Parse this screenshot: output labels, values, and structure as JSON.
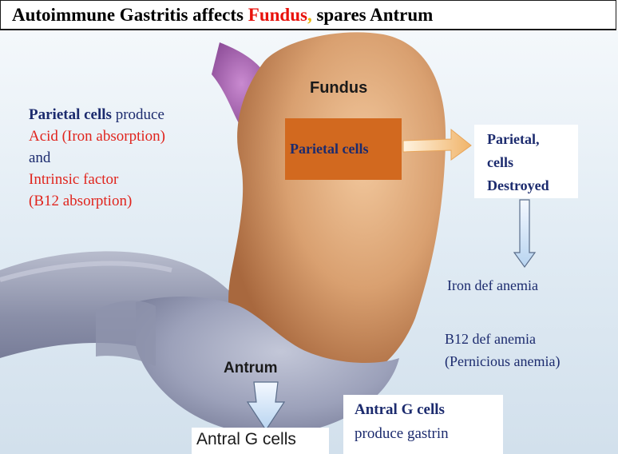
{
  "title": {
    "part1": "Autoimmune  Gastritis affects ",
    "part2": "Fundus",
    "part3": ", ",
    "part4": "spares Antrum"
  },
  "left_text": {
    "line1_bold": "Parietal  cells",
    "line1_rest": " produce",
    "line2": "Acid (Iron absorption)",
    "line3": "and",
    "line4": "Intrinsic  factor",
    "line5": "(B12 absorption)"
  },
  "fundus_label": "Fundus",
  "parietal_box_label": "Parietal cells",
  "destroyed": {
    "line1": "Parietal,",
    "line2": "cells",
    "line3": "Destroyed"
  },
  "iron_def": "Iron def anemia",
  "b12_def": {
    "line1": "B12  def anemia",
    "line2": "(Pernicious  anemia)"
  },
  "antrum_label": "Antrum",
  "antral_g_cells_small": "Antral G cells",
  "antral_box": {
    "line1": "Antral  G cells",
    "line2": "produce gastrin"
  },
  "colors": {
    "navy": "#1c2b6e",
    "red": "#e0241d",
    "fundus": "#d59a6b",
    "antrum": "#9ea3bd",
    "parietal_box": "#d2691f"
  }
}
